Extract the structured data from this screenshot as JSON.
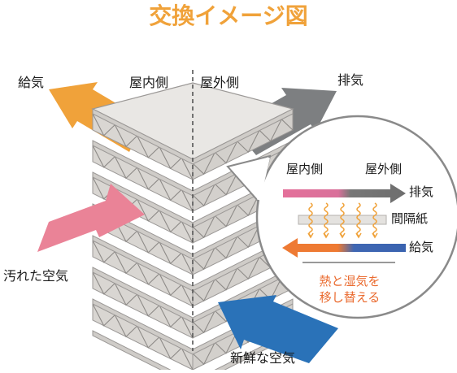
{
  "title": "交換イメージ図",
  "colors": {
    "title": "#f0a23a",
    "supply_arrow": "#f0a23a",
    "exhaust_arrow": "#7d7f81",
    "dirty_air_arrow": "#ea8397",
    "fresh_air_arrow": "#2a72b8",
    "note_text": "#ea6a2e",
    "panel_fill": "#e9e7e4",
    "panel_edge": "#9b9896",
    "divider": "#555555"
  },
  "labels": {
    "supply": "給気",
    "indoor": "屋内側",
    "outdoor": "屋外側",
    "exhaust": "排気",
    "dirty_air": "汚れた空気",
    "fresh_air": "新鮮な空気"
  },
  "callout": {
    "indoor": "屋内側",
    "outdoor": "屋外側",
    "exhaust": "排気",
    "spacer_paper": "間隔紙",
    "supply": "給気",
    "note_line1": "熱と湿気を",
    "note_line2": "移し替える"
  }
}
